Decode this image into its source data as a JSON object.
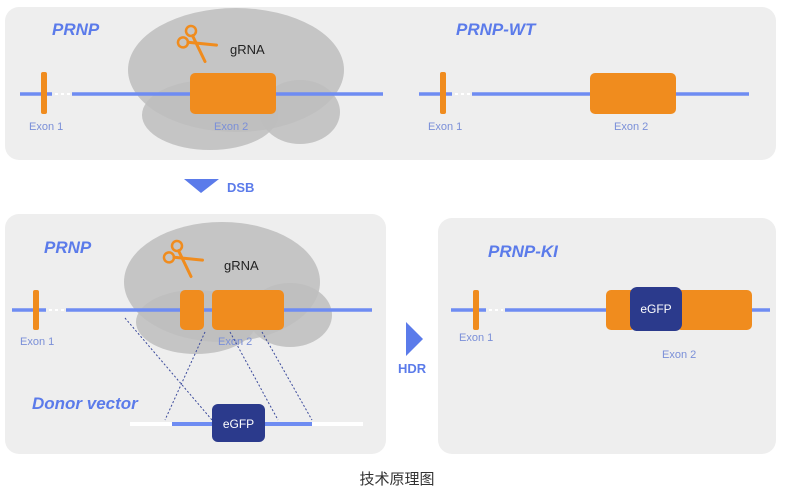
{
  "colors": {
    "panel": "#eeeeee",
    "title": "#5b7bea",
    "line": "#6e8cf2",
    "exon": "#f08c1e",
    "egfp": "#2b3a8c",
    "label": "#7a8fd8",
    "cas9": "#bdbdbd"
  },
  "panels": {
    "top_left": {
      "title": "PRNP",
      "grna": "gRNA",
      "exon1": "Exon 1",
      "exon2": "Exon 2"
    },
    "top_right": {
      "title": "PRNP-WT",
      "exon1": "Exon 1",
      "exon2": "Exon 2"
    },
    "bottom_left": {
      "title": "PRNP",
      "grna": "gRNA",
      "exon1": "Exon 1",
      "exon2": "Exon 2",
      "donor": "Donor vector",
      "egfp": "eGFP"
    },
    "bottom_right": {
      "title": "PRNP-KI",
      "exon1": "Exon 1",
      "exon2": "Exon 2",
      "egfp": "eGFP"
    }
  },
  "steps": {
    "dsb": "DSB",
    "hdr": "HDR"
  },
  "caption": "技术原理图"
}
